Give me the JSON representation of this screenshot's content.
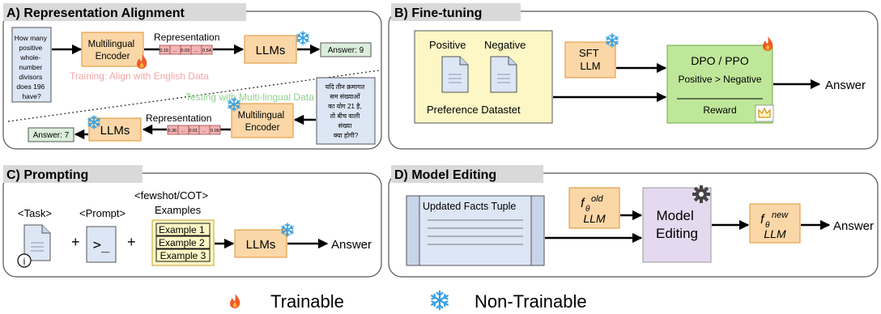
{
  "colors": {
    "panel_title_bg": "#d9d9d9",
    "orange_box": "#fbd7a8",
    "orange_border": "#e0922f",
    "green_box": "#bfe79a",
    "green_border": "#6aab3d",
    "yellow_box": "#fcf7c5",
    "purple_box": "#e4d9ef",
    "blue_doc": "#dde6f4",
    "red_vector": "#f2b4b4",
    "answer_box": "#dbeedb",
    "training_text": "#f3a5a5",
    "testing_text": "#8ed08e"
  },
  "panel_a": {
    "title": "A) Representation Alignment",
    "question_en": [
      "How many",
      "positive",
      "whole-",
      "number",
      "divisors",
      "does 196",
      "have?"
    ],
    "encoder_top": [
      "Multilingual",
      "Encoder"
    ],
    "representation_top": "Representation",
    "vector_top": [
      "0.15",
      "...",
      "0.03",
      "...",
      "0.54"
    ],
    "llm_top": "LLMs",
    "answer_top": "Answer: 9",
    "training_label": "Training: Align with English Data",
    "testing_label": "Testing with Multi-lingual Data",
    "question_hi": [
      "यदि तीन क्रमागत",
      "सम संख्याओं",
      "का योग 21 है,",
      "तो बीच वाली",
      "संख्या",
      "क्या होगी?"
    ],
    "encoder_bottom": [
      "Multilingual",
      "Encoder"
    ],
    "representation_bottom": "Representation",
    "vector_bottom": [
      "0.36",
      "...",
      "0.01",
      "...",
      "0.09"
    ],
    "llm_bottom": "LLMs",
    "answer_bottom": "Answer: 7"
  },
  "panel_b": {
    "title": "B) Fine-tuning",
    "positive": "Positive",
    "negative": "Negative",
    "dataset": "Preference Datastet",
    "sft": [
      "SFT",
      "LLM"
    ],
    "dpo": "DPO / PPO",
    "pos_neg": "Positive > Negative",
    "reward": "Reward",
    "answer": "Answer"
  },
  "panel_c": {
    "title": "C) Prompting",
    "task": "<Task>",
    "prompt": "<Prompt>",
    "fewshot": "<fewshot/COT>",
    "examples_label": "Examples",
    "examples": [
      "Example 1",
      "Example 2",
      "Example 3"
    ],
    "plus": "+",
    "terminal_glyph": ">_",
    "info_glyph": "i",
    "llm": "LLMs",
    "answer": "Answer"
  },
  "panel_d": {
    "title": "D) Model Editing",
    "facts": "Updated Facts Tuple",
    "old_f": "f",
    "old_sub": "θ",
    "old_sup": "old",
    "old_llm": "LLM",
    "editing": [
      "Model",
      "Editing"
    ],
    "new_f": "f",
    "new_sub": "θ",
    "new_sup": "new",
    "new_llm": "LLM",
    "answer": "Answer"
  },
  "legend": {
    "trainable": "Trainable",
    "non_trainable": "Non-Trainable"
  }
}
